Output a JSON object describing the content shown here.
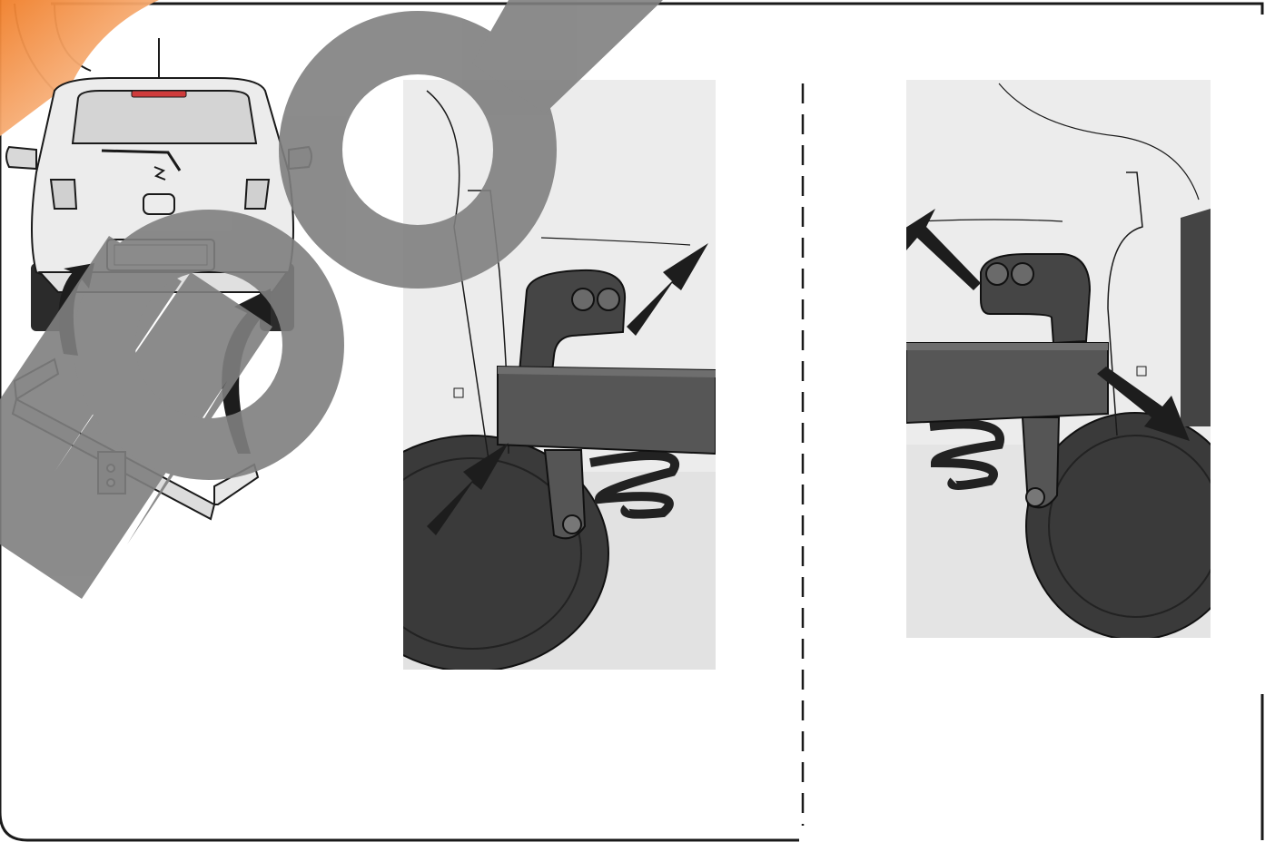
{
  "watermark": {
    "text": "NO OK",
    "color": "#7f7f7f"
  },
  "accent_color": "#f29a4e",
  "frame_color": "#1a1a1a",
  "icons": {
    "arrow": "install-direction-arrow-icon",
    "car": "hatchback-rear-view-illustration",
    "tow_bar": "tow-bar-assembly-illustration",
    "detail_left": "left-mounting-bracket-detail",
    "detail_right": "right-mounting-bracket-detail"
  }
}
